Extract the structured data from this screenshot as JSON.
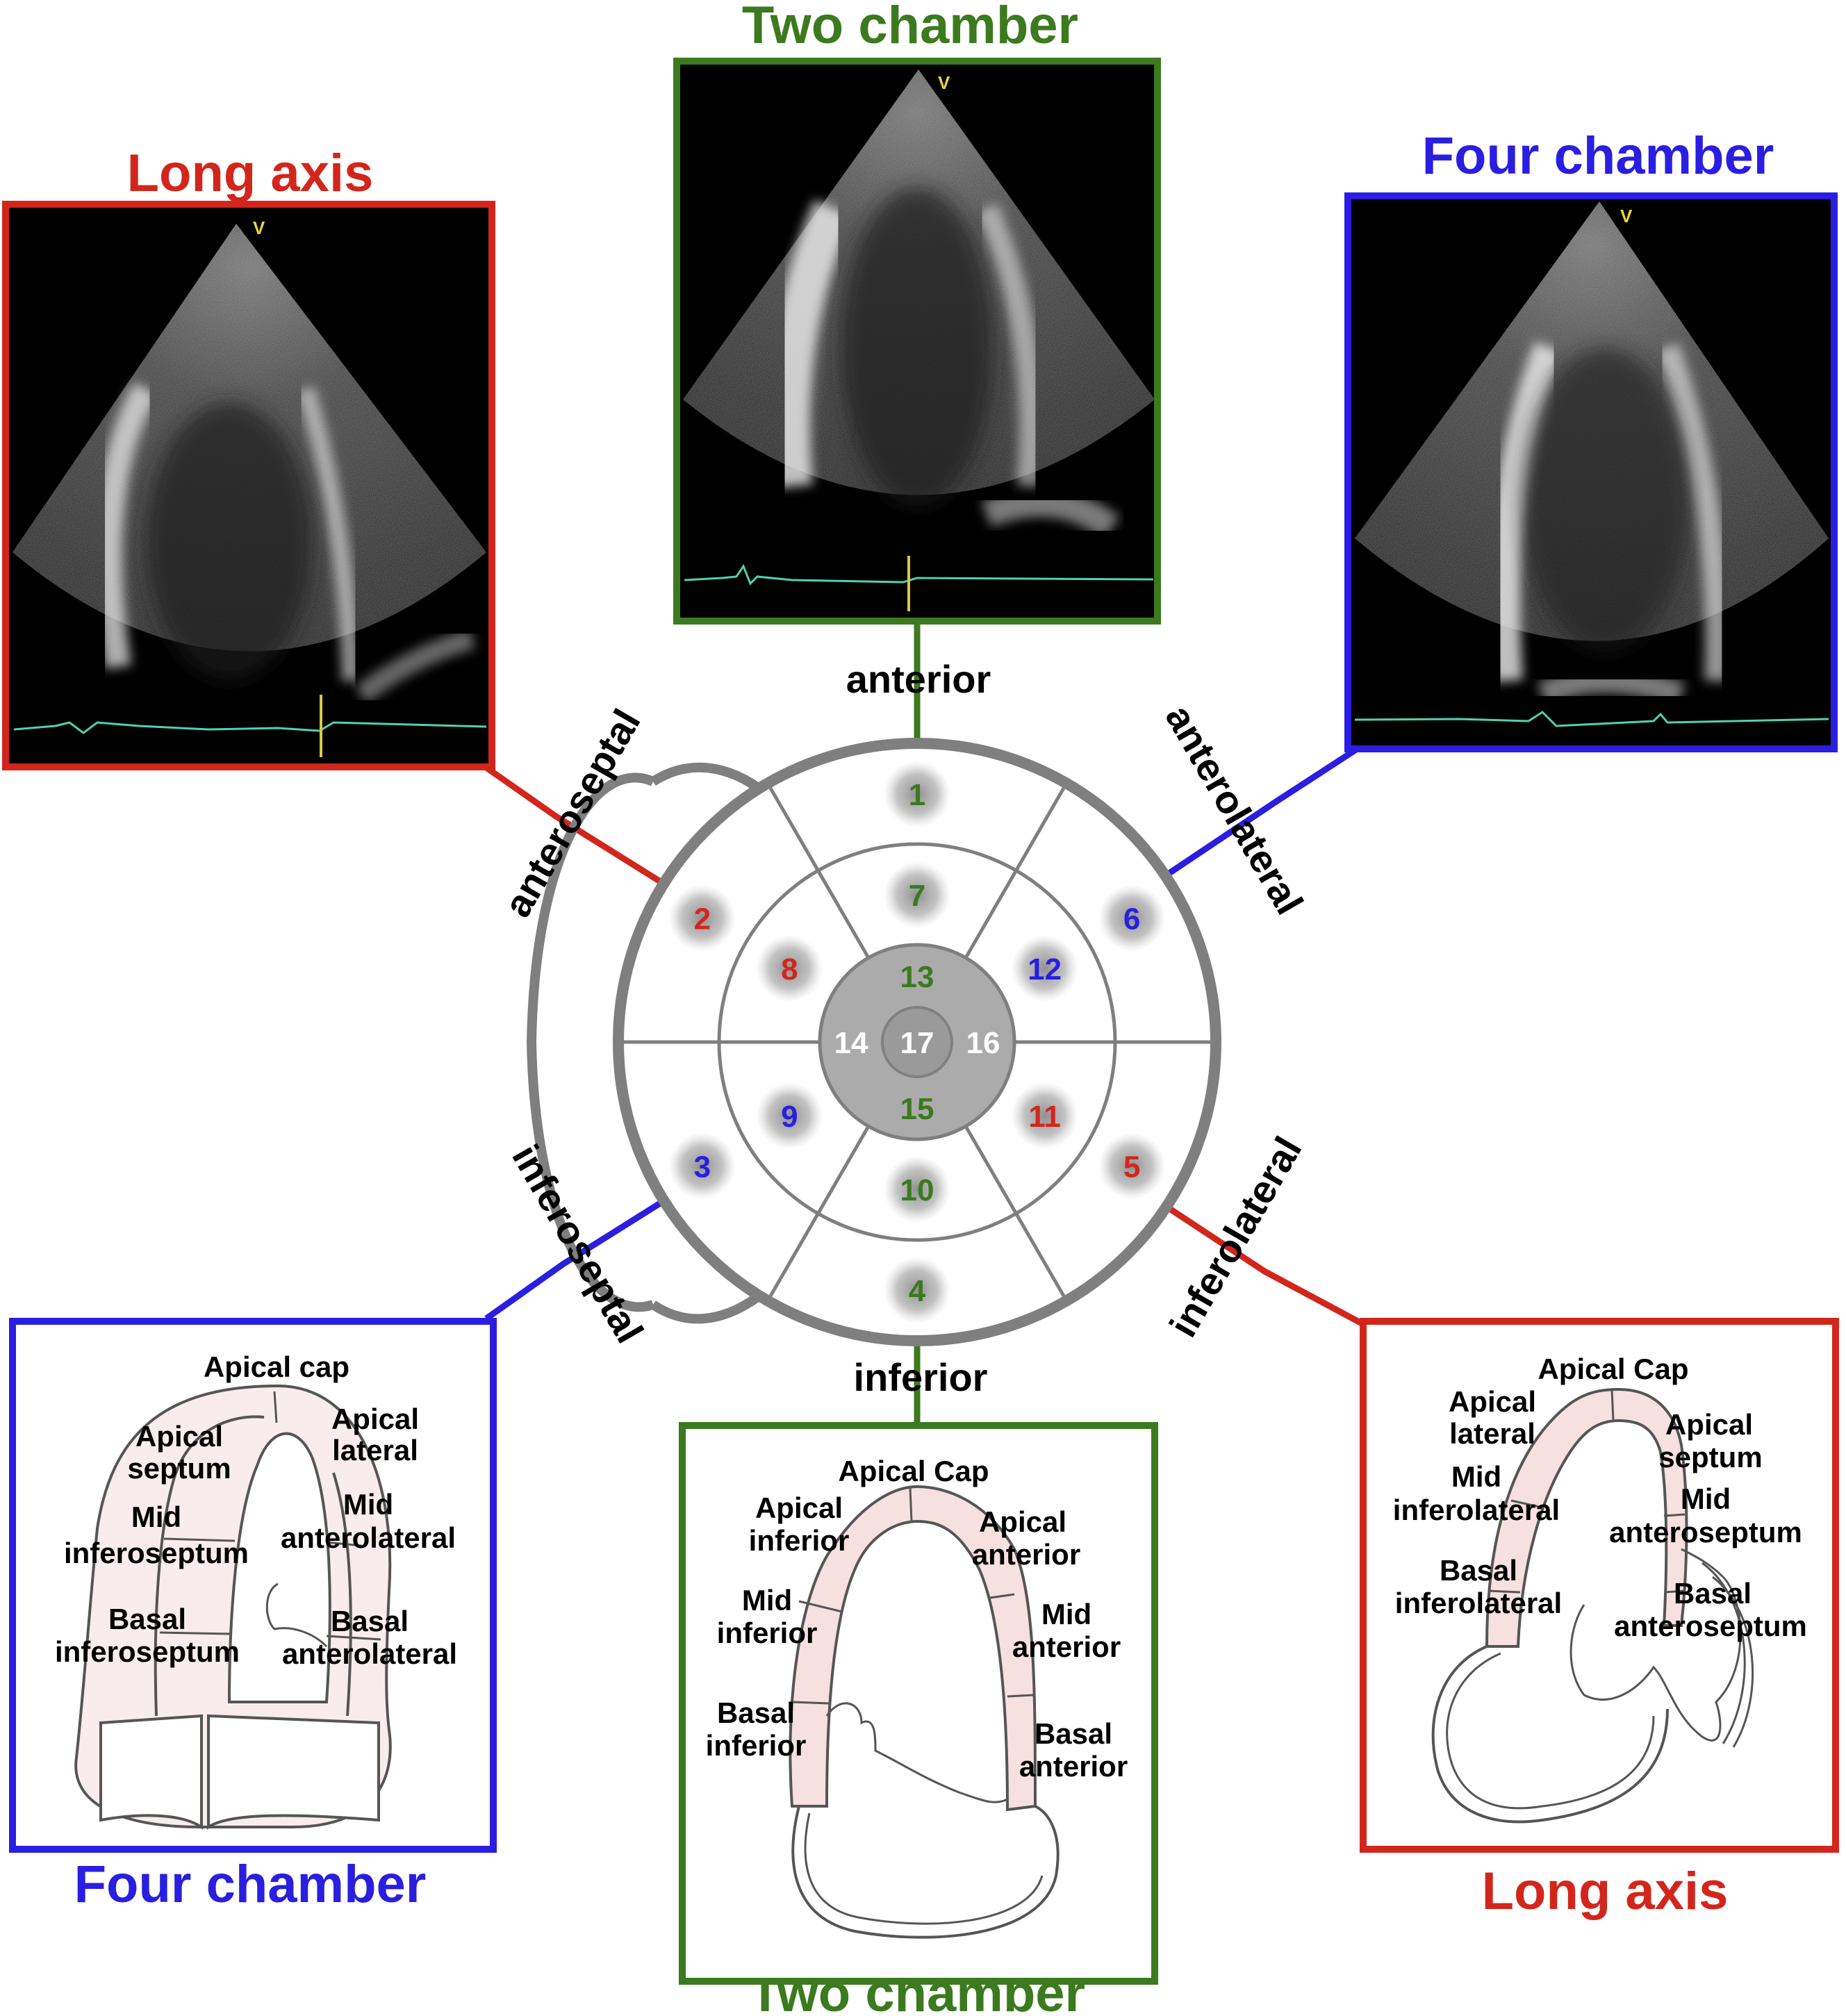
{
  "colors": {
    "red": "#d2261c",
    "green": "#3b7a1e",
    "blue": "#2a1ee0",
    "gray": "#808080"
  },
  "titles": {
    "top_left": "Long axis",
    "top_center": "Two chamber",
    "top_right": "Four chamber",
    "bottom_left": "Four chamber",
    "bottom_center": "Two chamber",
    "bottom_right": "Long axis"
  },
  "directions": {
    "anterior": "anterior",
    "inferior": "inferior",
    "anteroseptal": "anteroseptal",
    "anterolateral": "anterolateral",
    "inferoseptal": "inferoseptal",
    "inferolateral": "inferolateral"
  },
  "echo_marker": "V",
  "segments": [
    {
      "id": "1",
      "color": "green"
    },
    {
      "id": "2",
      "color": "red"
    },
    {
      "id": "3",
      "color": "blue"
    },
    {
      "id": "4",
      "color": "green"
    },
    {
      "id": "5",
      "color": "red"
    },
    {
      "id": "6",
      "color": "blue"
    },
    {
      "id": "7",
      "color": "green"
    },
    {
      "id": "8",
      "color": "red"
    },
    {
      "id": "9",
      "color": "blue"
    },
    {
      "id": "10",
      "color": "green"
    },
    {
      "id": "11",
      "color": "red"
    },
    {
      "id": "12",
      "color": "blue"
    },
    {
      "id": "13",
      "color": "green"
    },
    {
      "id": "14",
      "color": "white"
    },
    {
      "id": "15",
      "color": "green"
    },
    {
      "id": "16",
      "color": "white"
    },
    {
      "id": "17",
      "color": "white"
    }
  ],
  "four_chamber_labels": {
    "apical_cap": "Apical cap",
    "apical_septum_1": "Apical",
    "apical_septum_2": "septum",
    "apical_lateral_1": "Apical",
    "apical_lateral_2": "lateral",
    "mid_infero_1": "Mid",
    "mid_infero_2": "inferoseptum",
    "mid_antero_1": "Mid",
    "mid_antero_2": "anterolateral",
    "basal_infero_1": "Basal",
    "basal_infero_2": "inferoseptum",
    "basal_antero_1": "Basal",
    "basal_antero_2": "anterolateral"
  },
  "two_chamber_labels": {
    "apical_cap": "Apical Cap",
    "apical_inferior_1": "Apical",
    "apical_inferior_2": "inferior",
    "apical_anterior_1": "Apical",
    "apical_anterior_2": "anterior",
    "mid_inferior_1": "Mid",
    "mid_inferior_2": "inferior",
    "mid_anterior_1": "Mid",
    "mid_anterior_2": "anterior",
    "basal_inferior_1": "Basal",
    "basal_inferior_2": "inferior",
    "basal_anterior_1": "Basal",
    "basal_anterior_2": "anterior"
  },
  "long_axis_labels": {
    "apical_cap": "Apical Cap",
    "apical_lateral_1": "Apical",
    "apical_lateral_2": "lateral",
    "apical_septum_1": "Apical",
    "apical_septum_2": "septum",
    "mid_inferolateral_1": "Mid",
    "mid_inferolateral_2": "inferolateral",
    "mid_anteroseptum_1": "Mid",
    "mid_anteroseptum_2": "anteroseptum",
    "basal_inferolateral_1": "Basal",
    "basal_inferolateral_2": "inferolateral",
    "basal_anteroseptum_1": "Basal",
    "basal_anteroseptum_2": "anteroseptum"
  }
}
